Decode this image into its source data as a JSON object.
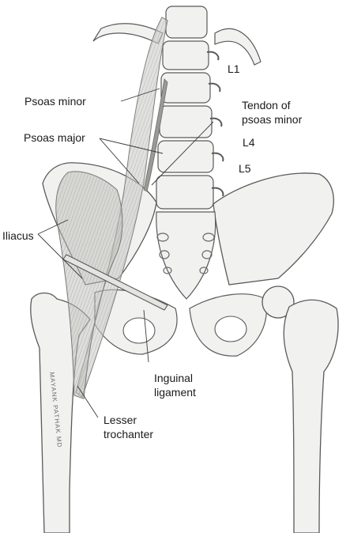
{
  "labels": {
    "l1": "L1",
    "psoas_minor": "Psoas minor",
    "tendon_line1": "Tendon of",
    "tendon_line2": "psoas minor",
    "psoas_major": "Psoas major",
    "l4": "L4",
    "l5": "L5",
    "iliacus": "Iliacus",
    "inguinal_line1": "Inguinal",
    "inguinal_line2": "ligament",
    "lesser_line1": "Lesser",
    "lesser_line2": "trochanter"
  },
  "signature": "MAYANK PATHAK MD",
  "colors": {
    "bone_fill": "#f1f1ef",
    "bone_stroke": "#5a5a5a",
    "muscle_fill": "#c9c9c6",
    "muscle_dark": "#7c7c79",
    "leader": "#3a3a3a",
    "text": "#1a1a1a"
  }
}
